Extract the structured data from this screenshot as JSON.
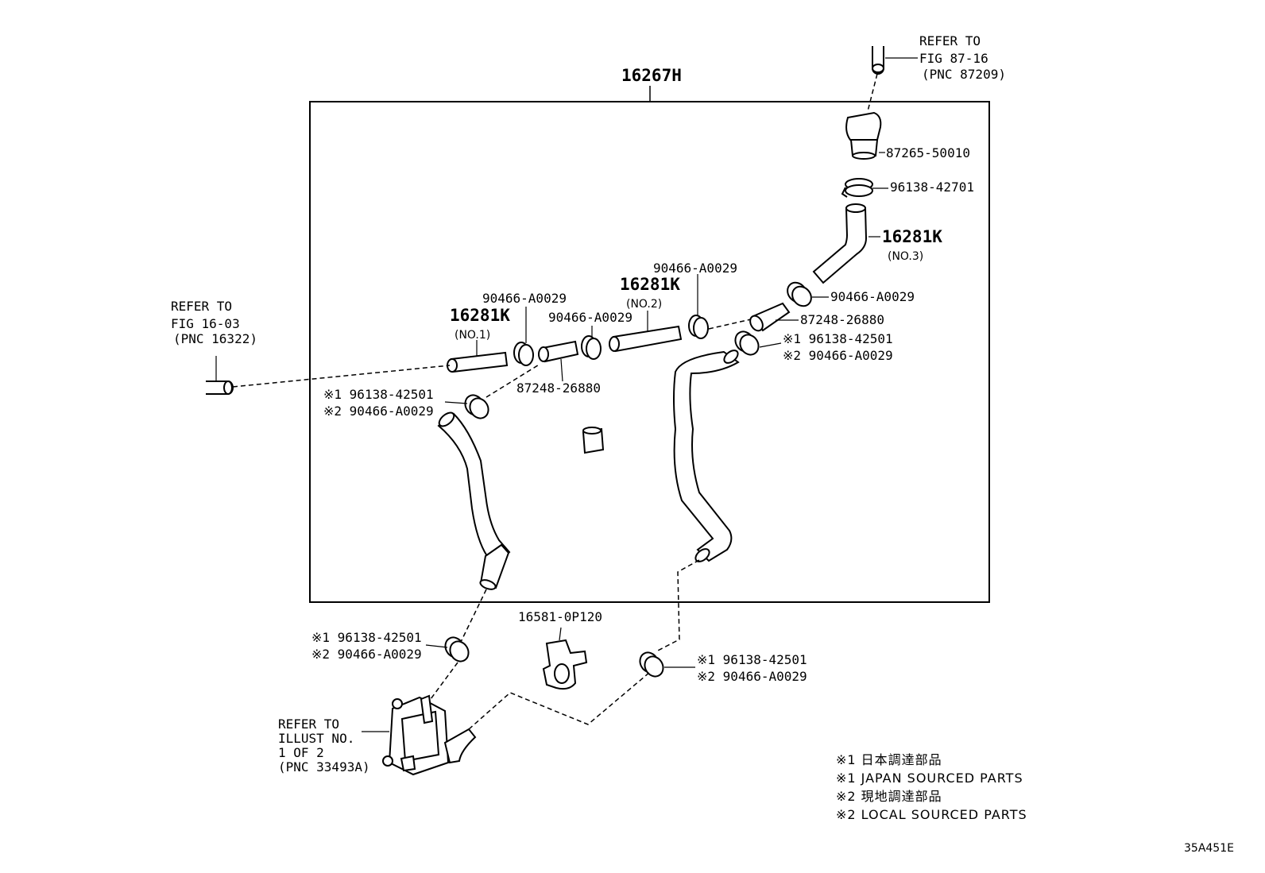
{
  "assembly": {
    "part": "16267H"
  },
  "refs": {
    "top_right": {
      "line1": "REFER TO",
      "line2": "FIG 87-16",
      "line3": "(PNC 87209)"
    },
    "left": {
      "line1": "REFER TO",
      "line2": "FIG 16-03",
      "line3": "(PNC 16322)"
    },
    "bottom_left": {
      "line1": "REFER TO",
      "line2": "ILLUST NO.",
      "line3": "1 OF 2",
      "line4": "(PNC 33493A)"
    }
  },
  "parts": {
    "p87265": "87265-50010",
    "p96138_42701": "96138-42701",
    "hose_no3": {
      "part": "16281K",
      "sub": "(NO.3)"
    },
    "clamp_right_upper": "90466-A0029",
    "p87248_right": "87248-26880",
    "right_pair": {
      "m1": "※1 96138-42501",
      "m2": "※2 90466-A0029"
    },
    "hose_no2": {
      "part": "16281K",
      "sub": "(NO.2)"
    },
    "clamp_no2_right": "90466-A0029",
    "clamp_no2_left": "90466-A0029",
    "hose_no1": {
      "part": "16281K",
      "sub": "(NO.1)"
    },
    "clamp_no1": "90466-A0029",
    "p87248_left": "87248-26880",
    "left_pair": {
      "m1": "※1 96138-42501",
      "m2": "※2 90466-A0029"
    },
    "bottom_left_pair": {
      "m1": "※1 96138-42501",
      "m2": "※2 90466-A0029"
    },
    "bottom_right_pair": {
      "m1": "※1 96138-42501",
      "m2": "※2 90466-A0029"
    },
    "bracket": "16581-0P120"
  },
  "notes": {
    "n1_jp": "※1 日本調達部品",
    "n1_en": "※1 JAPAN SOURCED PARTS",
    "n2_jp": "※2 現地調達部品",
    "n2_en": "※2 LOCAL SOURCED PARTS"
  },
  "illustration_code": "35A451E"
}
